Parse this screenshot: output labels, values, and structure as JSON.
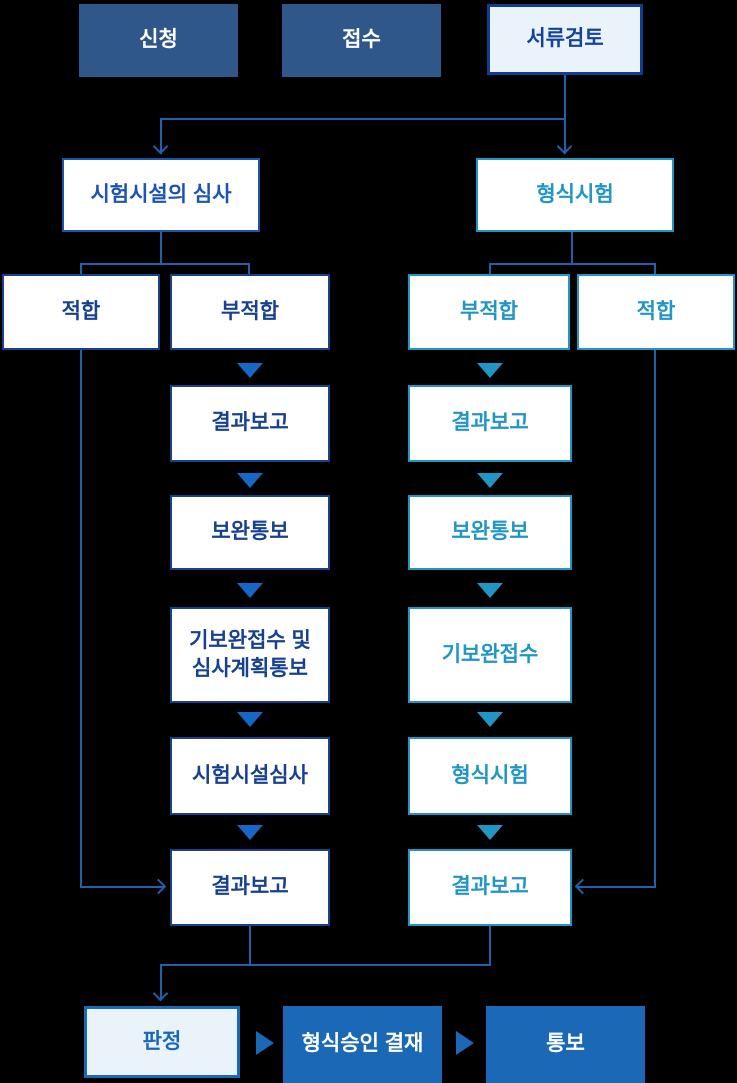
{
  "flow": {
    "top": [
      "신청",
      "접수",
      "서류검토"
    ],
    "branch_left": {
      "title": "시험시설의 심사",
      "outcomes": [
        "적합",
        "부적합"
      ],
      "steps": [
        "결과보고",
        "보완통보",
        "기보완접수 및 심사계획통보",
        "시험시설심사",
        "결과보고"
      ]
    },
    "branch_right": {
      "title": "형식시험",
      "outcomes": [
        "부적합",
        "적합"
      ],
      "steps": [
        "결과보고",
        "보완통보",
        "기보완접수",
        "형식시험",
        "결과보고"
      ]
    },
    "bottom": [
      "판정",
      "형식승인 결재",
      "통보"
    ]
  },
  "colors": {
    "background": "#000000",
    "navy_box_fill": "#2f578a",
    "navy_box_text": "#ffffff",
    "light_box_fill": "#eaf2fa",
    "doc_review_border": "#0e3e92",
    "doc_review_text": "#15429c",
    "left_branch_accent": "#1d55ae",
    "left_deep_accent": "#17418f",
    "right_branch_accent": "#2196c4",
    "connector_line": "#2061ad",
    "triangle_left": "#1668c4",
    "triangle_right": "#2196c4",
    "bottom_accent": "#1a68b6",
    "bottom_box_text": "#ffffff"
  }
}
